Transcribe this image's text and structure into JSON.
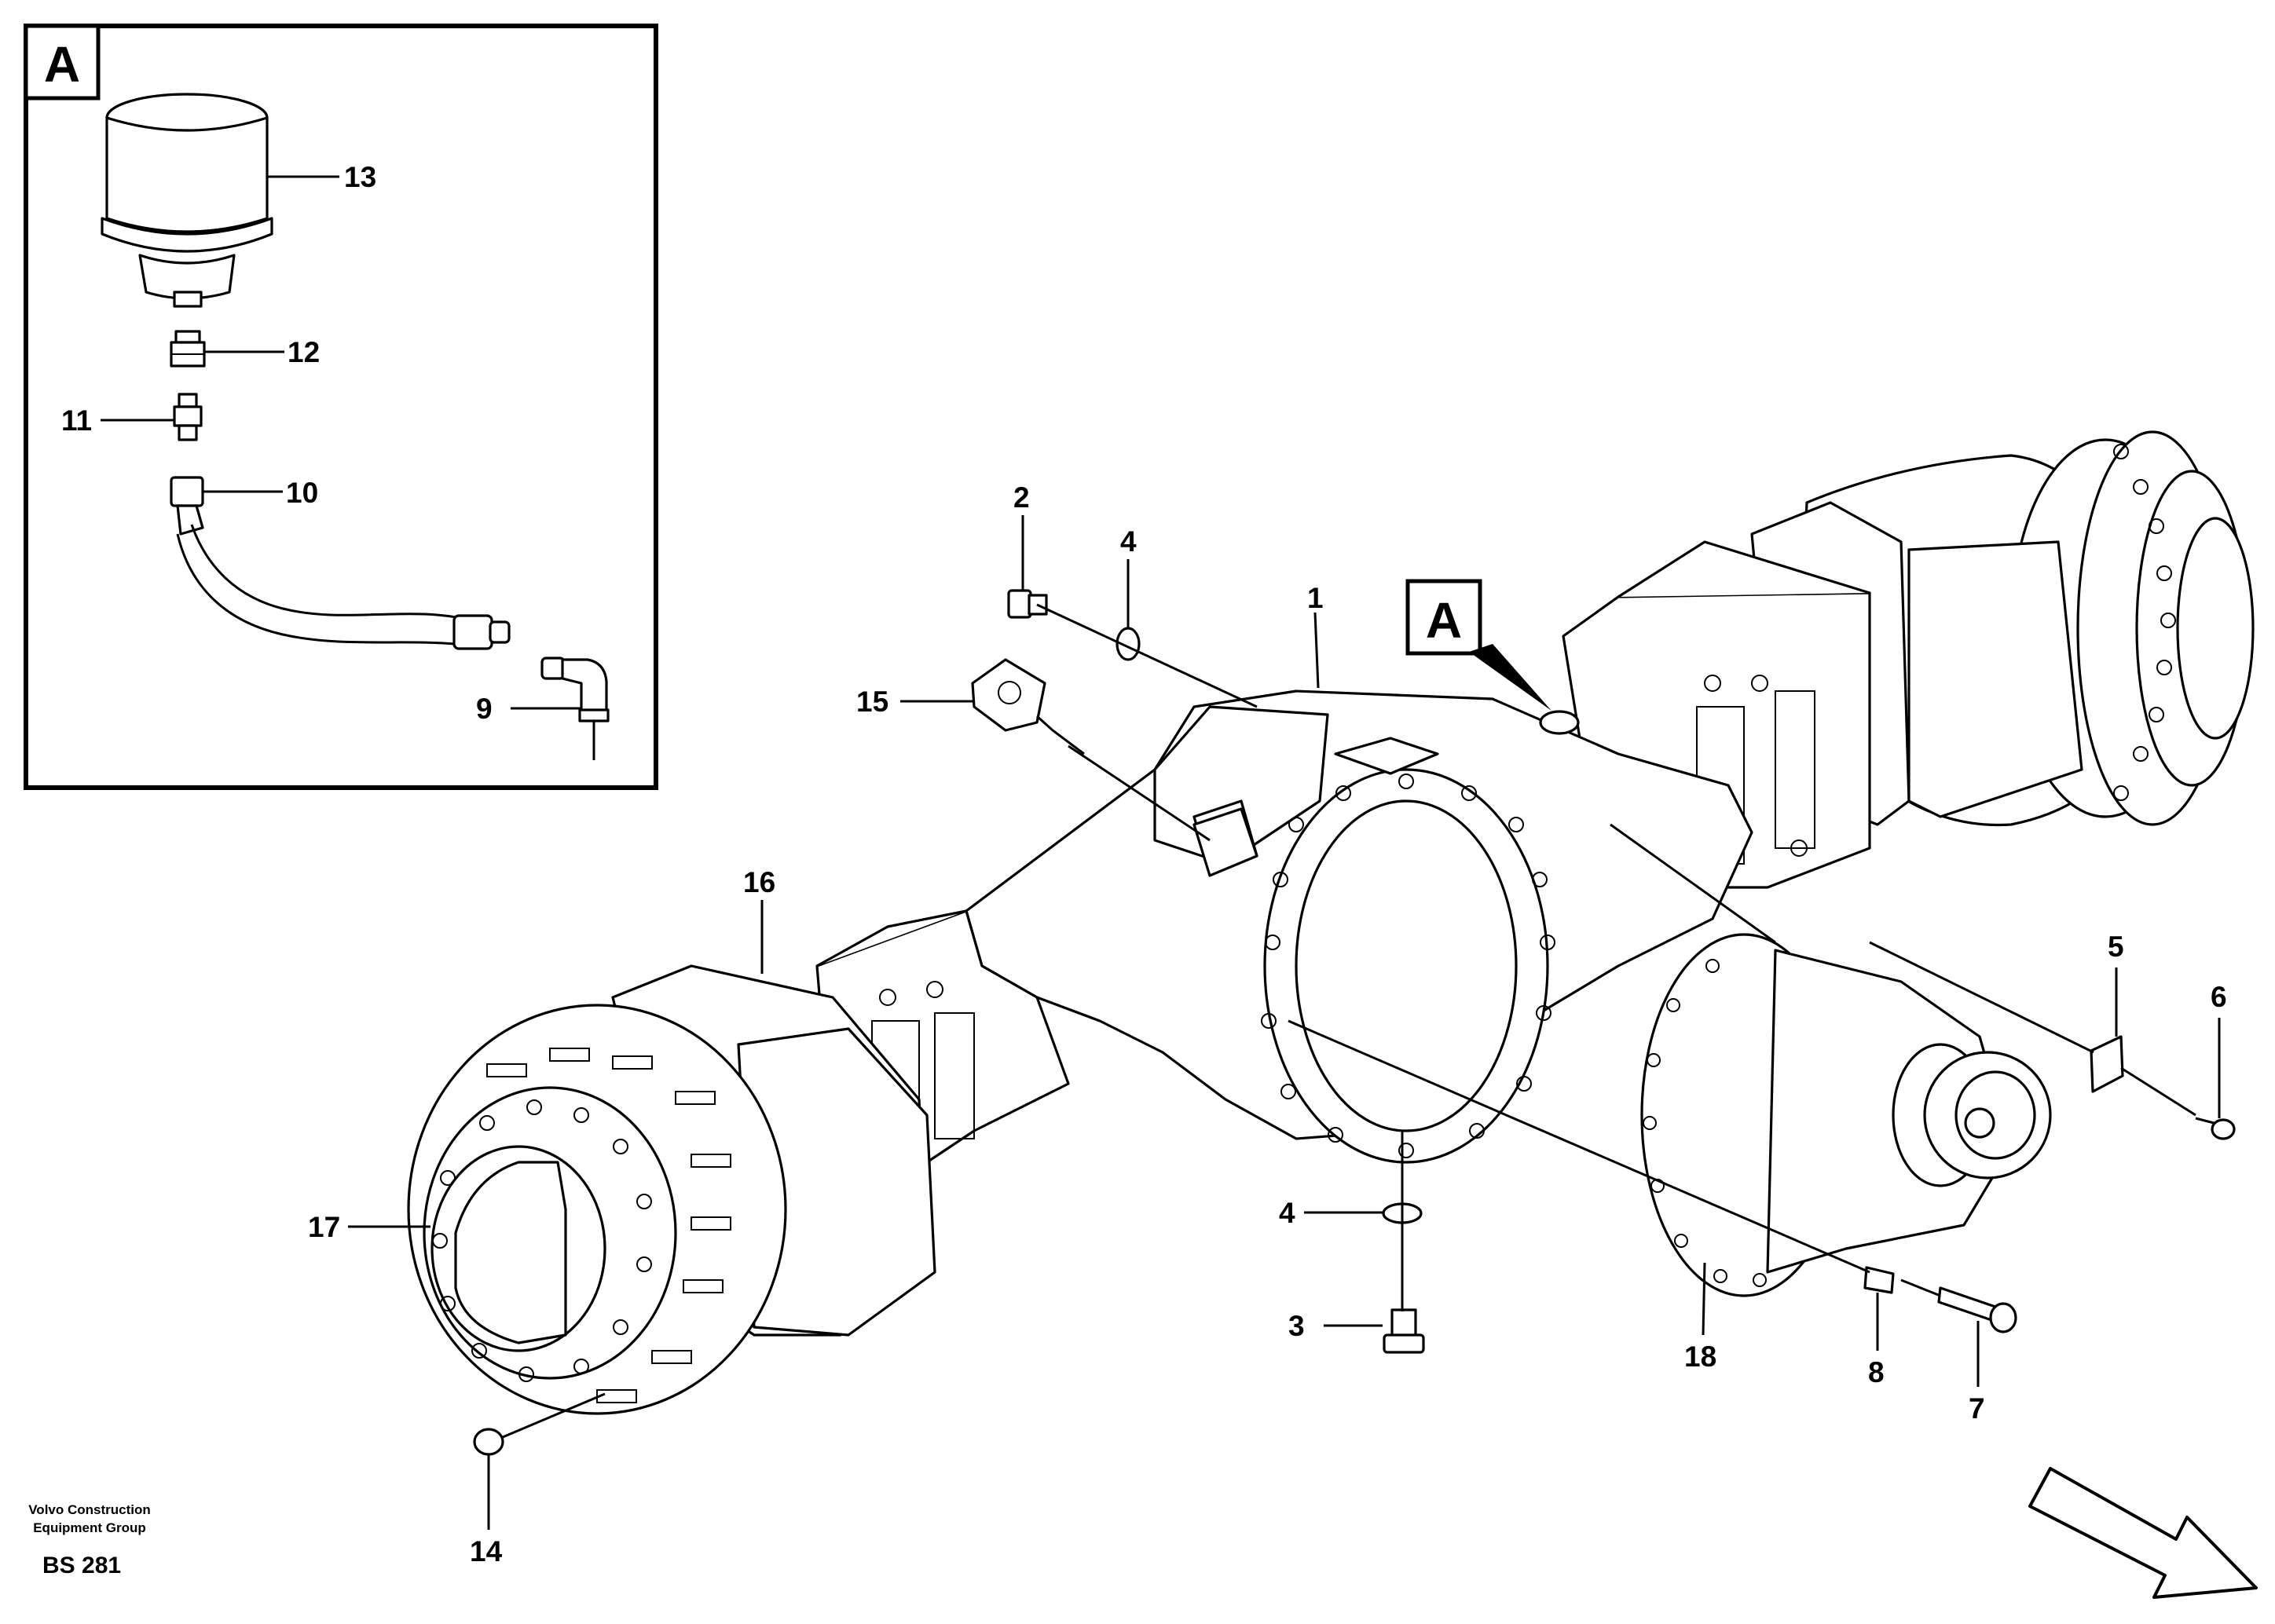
{
  "detail_view": {
    "tag": "A"
  },
  "main_view": {
    "tag": "A"
  },
  "callouts": {
    "c1": "1",
    "c2": "2",
    "c3": "3",
    "c4a": "4",
    "c4b": "4",
    "c5": "5",
    "c6": "6",
    "c7": "7",
    "c8": "8",
    "c9": "9",
    "c10": "10",
    "c11": "11",
    "c12": "12",
    "c13": "13",
    "c14": "14",
    "c15": "15",
    "c16": "16",
    "c17": "17",
    "c18": "18"
  },
  "footer": {
    "company_line1": "Volvo Construction",
    "company_line2": "Equipment Group",
    "drawing_code": "BS 281"
  },
  "icons": {
    "direction": "direction-arrow-icon"
  }
}
